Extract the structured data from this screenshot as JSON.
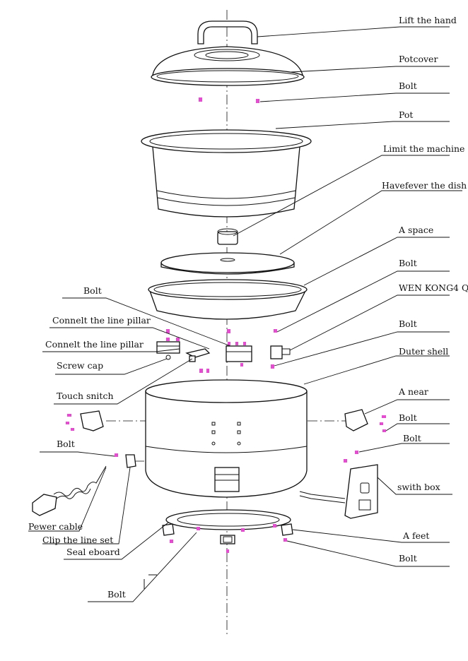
{
  "diagram": {
    "labels": {
      "lift_handle": "Lift the hand",
      "pot_cover": "Potcover",
      "bolt_top": "Bolt",
      "pot": "Pot",
      "limit_machine": "Limit the machine",
      "heat_dish": "Havefever the dish",
      "space": "A space",
      "bolt_2": "Bolt",
      "wen_kong": "WEN KONG4 QI4",
      "bolt_3": "Bolt",
      "outer_shell": "Duter shell",
      "near": "A near",
      "bolt_4": "Bolt",
      "bolt_5": "Bolt",
      "switch_box": "swith box",
      "feet": "A feet",
      "bolt_6": "Bolt",
      "bolt_left": "Bolt",
      "connect_pillar_1": "Connelt the line pillar",
      "connect_pillar_2": "Connelt the line pillar",
      "screw_cap": "Screw cap",
      "touch_switch": "Touch snitch",
      "bolt_left_2": "Bolt",
      "power_cable": "Pewer cable",
      "clip_line": "Clip the line set",
      "seal_board": "Seal eboard",
      "bolt_bottom": "Bolt"
    },
    "colors": {
      "line": "#111111",
      "bolt": "#e64bd1",
      "background": "#ffffff"
    }
  }
}
